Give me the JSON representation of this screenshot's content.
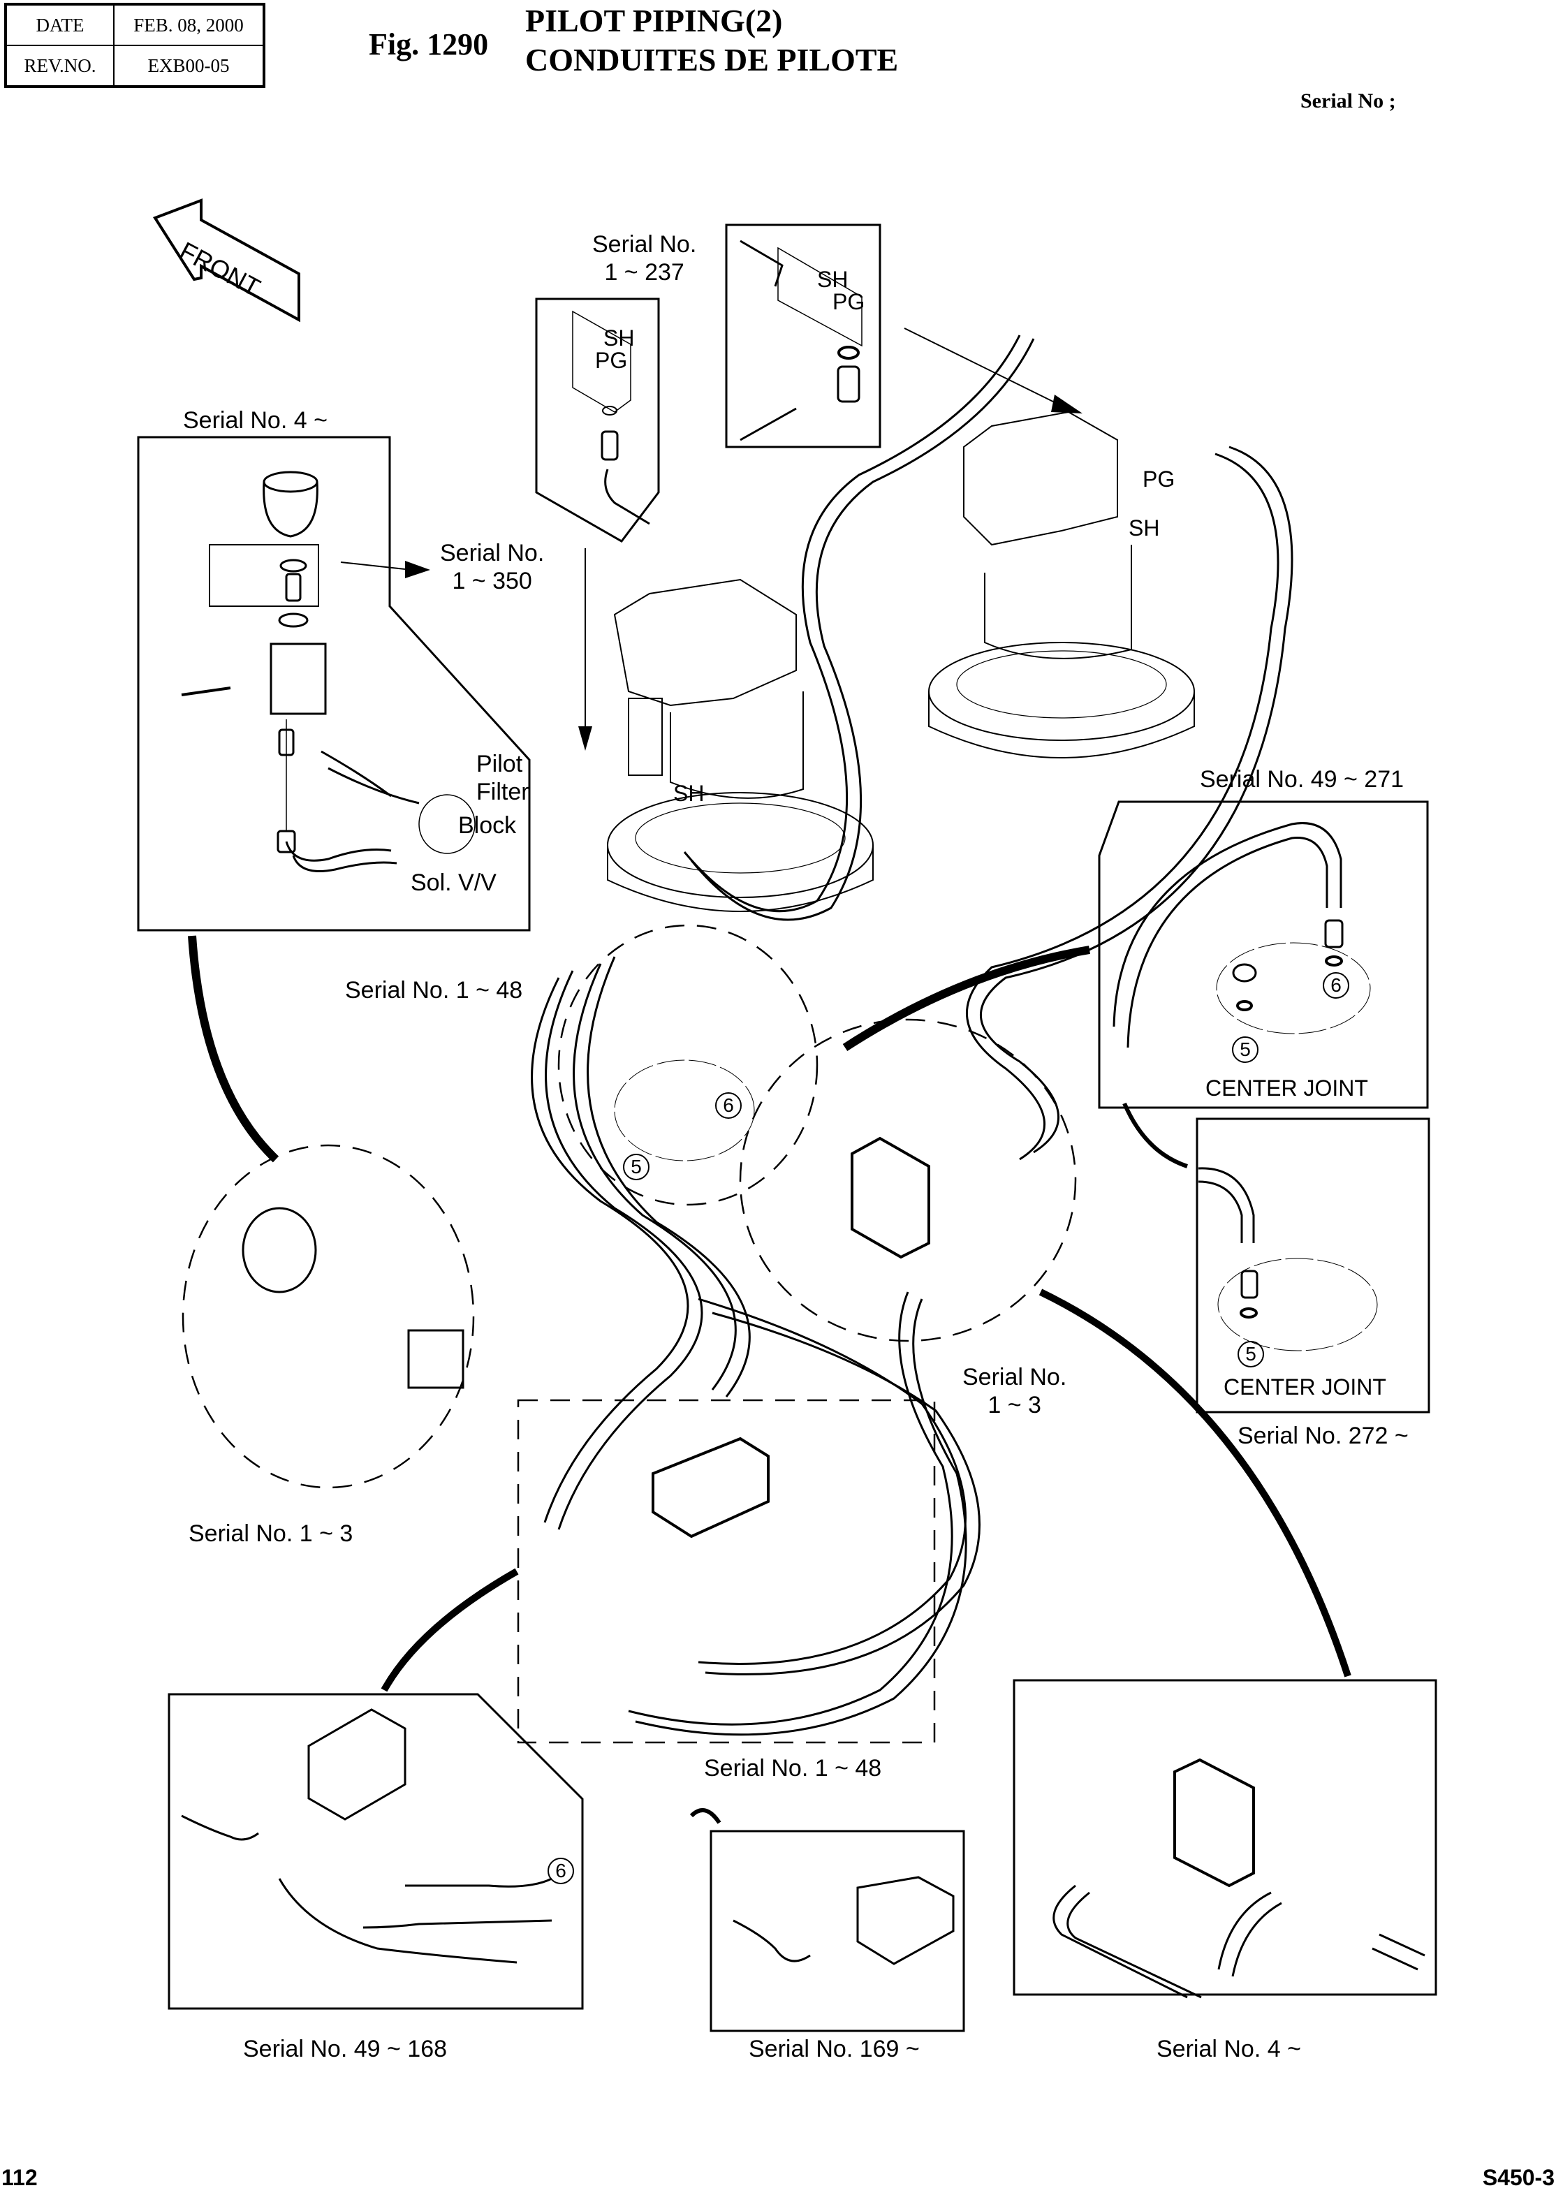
{
  "header": {
    "date_label": "DATE",
    "date_value": "FEB. 08, 2000",
    "rev_label": "REV.NO.",
    "rev_value": "EXB00-05",
    "fig_number": "Fig. 1290",
    "title_en": "PILOT PIPING(2)",
    "title_fr": "CONDUITES DE PILOTE",
    "serial_note": "Serial No ;"
  },
  "direction_marker": "FRONT",
  "labels": {
    "serial_1_237_line1": "Serial No.",
    "serial_1_237_line2": "1 ~ 237",
    "serial_4_top": "Serial No. 4 ~",
    "serial_1_350_line1": "Serial No.",
    "serial_1_350_line2": "1 ~ 350",
    "pilot_filter_line1": "Pilot",
    "pilot_filter_line2": "Filter",
    "block": "Block",
    "sol_vv": "Sol. V/V",
    "sh": "SH",
    "pg": "PG",
    "serial_49_271": "Serial No. 49 ~ 271",
    "center_joint": "CENTER JOINT",
    "serial_272": "Serial No. 272 ~",
    "serial_1_48": "Serial No. 1 ~ 48",
    "serial_1_3_right_line1": "Serial No.",
    "serial_1_3_right_line2": "1 ~ 3",
    "serial_1_3_left": "Serial No. 1 ~ 3",
    "serial_49_168": "Serial No. 49 ~ 168",
    "serial_169": "Serial No. 169 ~",
    "serial_4_bottom": "Serial No. 4 ~",
    "ref_5": "5",
    "ref_6": "6"
  },
  "footer": {
    "page_number": "112",
    "model": "S450-3"
  }
}
